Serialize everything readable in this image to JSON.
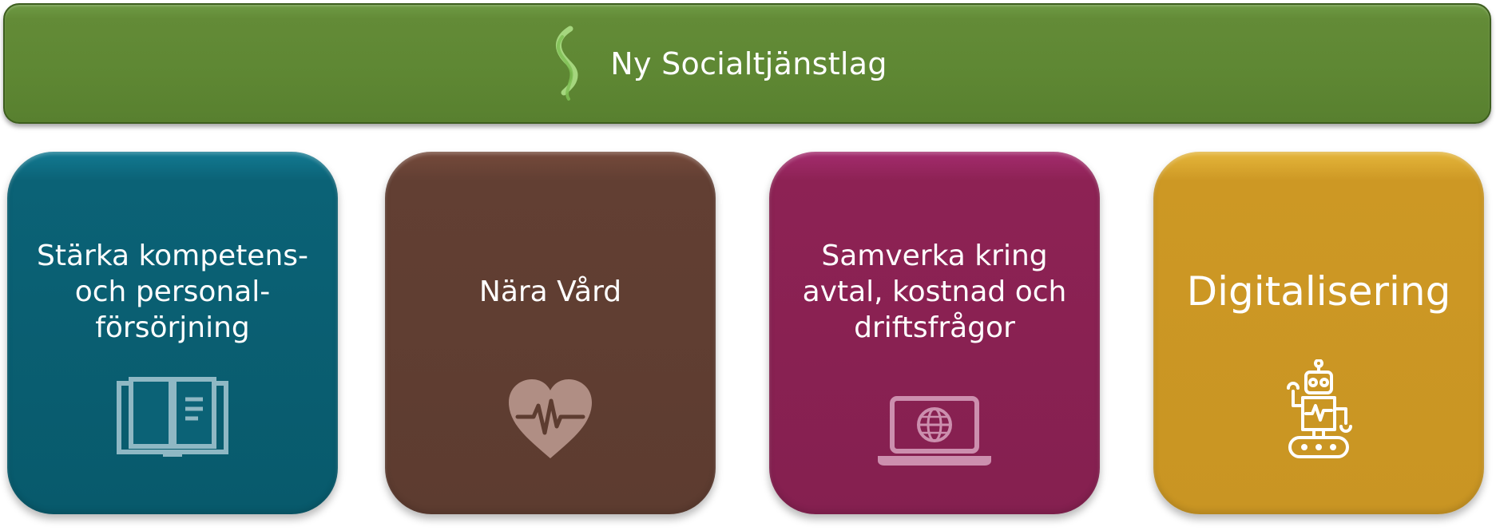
{
  "header": {
    "title": "Ny Socialtjänstlag"
  },
  "cards": [
    {
      "title_lines": [
        "Stärka kompetens-",
        "och personal-",
        "försörjning"
      ],
      "icon": "open-book-icon",
      "color": "#0b6276"
    },
    {
      "title_lines": [
        "Nära Vård"
      ],
      "icon": "heartbeat-icon",
      "color": "#5f3e32"
    },
    {
      "title_lines": [
        "Samverka kring",
        "avtal, kostnad och",
        "driftsfrågor"
      ],
      "icon": "laptop-globe-icon",
      "color": "#872152"
    },
    {
      "title_lines": [
        "Digitalisering"
      ],
      "icon": "robot-icon",
      "color": "#ca9624"
    }
  ],
  "colors": {
    "banner": "#5e8733",
    "section_icon": "#9fd27a"
  }
}
